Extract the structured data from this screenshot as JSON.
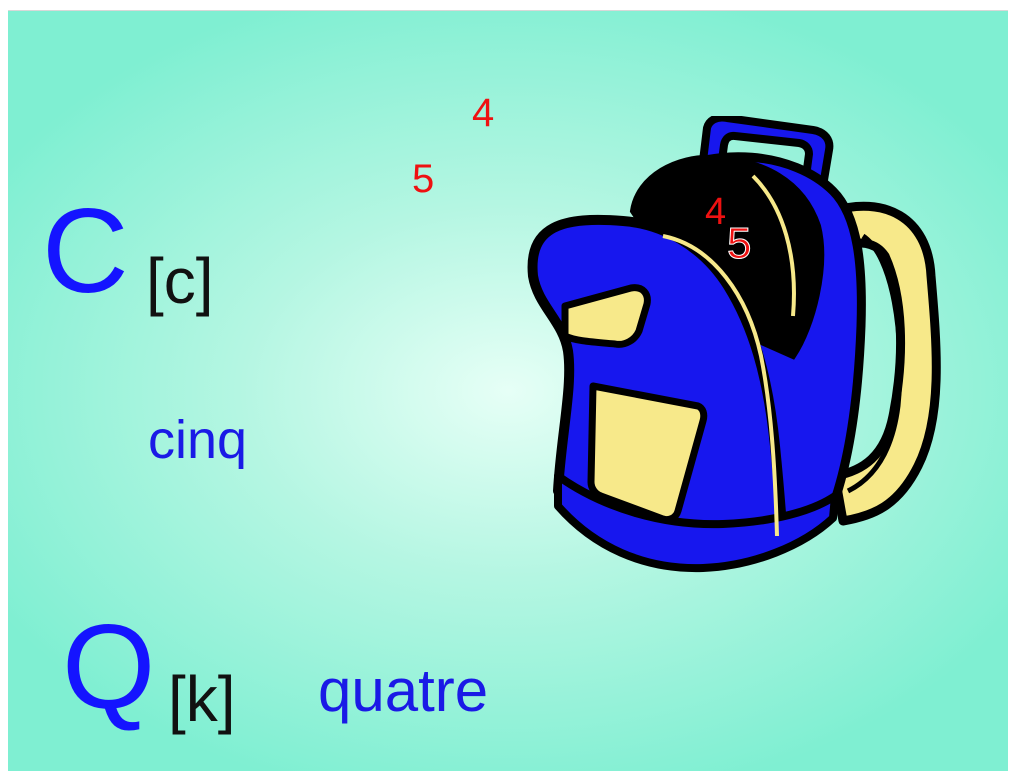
{
  "colors": {
    "letter": "#1414ff",
    "word": "#1a1ae6",
    "phonetic": "#111111",
    "number": "#ee1111",
    "bag_blue": "#1717ee",
    "bag_yellow": "#f7e98a",
    "background": "#a4f4dd"
  },
  "letter_c": {
    "letter": "C",
    "phonetic": "[c]",
    "word": "cinq"
  },
  "letter_q": {
    "letter": "Q",
    "phonetic": "[k]",
    "word": "quatre"
  },
  "floating_numbers": {
    "four": "4",
    "five": "5"
  },
  "bag_numbers": {
    "four": "4",
    "five": "5"
  },
  "illustration": {
    "icon": "backpack-icon"
  }
}
